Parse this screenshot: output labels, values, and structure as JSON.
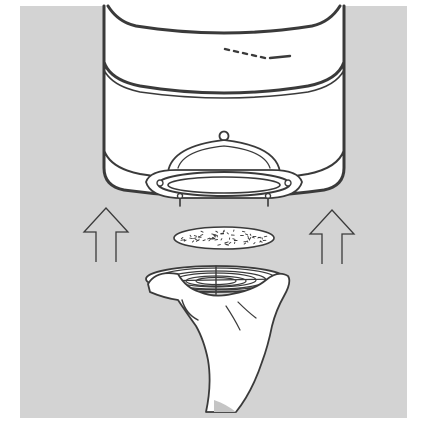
{
  "illustration": {
    "background_color": "#d3d3d3",
    "frame_color": "#ffffff",
    "line_color": "#3a3a3a",
    "fill_color": "#ffffff",
    "arrows": {
      "count": 2,
      "direction": "up",
      "icon": "upward-outline-arrow"
    },
    "parts": [
      "appliance-base",
      "dome-housing",
      "mesh-filter-disc",
      "grid-filter-basket",
      "hand"
    ]
  }
}
